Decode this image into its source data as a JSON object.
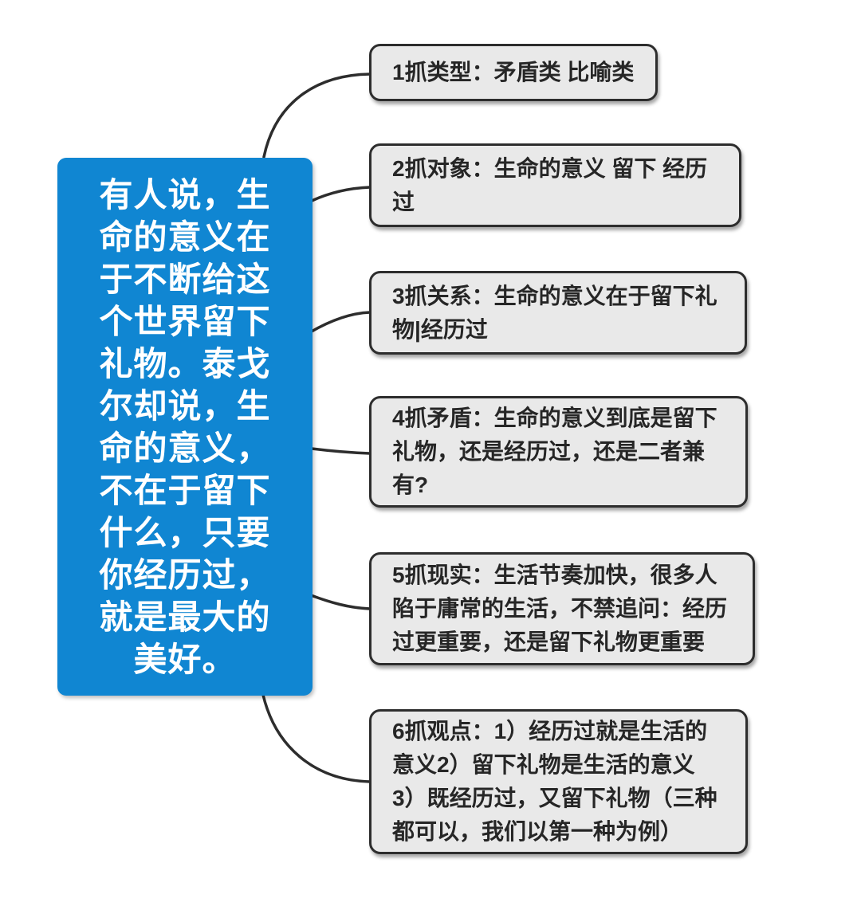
{
  "central_topic": {
    "text": "有人说，生\n命的意义在\n于不断给这\n个世界留下\n礼物。泰戈\n尔却说，生\n命的意义，\n不在于留下\n什么，只要\n你经历过，\n就是最大的\n美好。"
  },
  "branches": [
    {
      "text": "1抓类型：矛盾类 比喻类"
    },
    {
      "text": "2抓对象：生命的意义 留下 经历\n过"
    },
    {
      "text": "3抓关系：生命的意义在于留下礼\n物|经历过"
    },
    {
      "text": "4抓矛盾：生命的意义到底是留下\n礼物，还是经历过，还是二者兼\n有?"
    },
    {
      "text": "5抓现实：生活节奏加快，很多人\n陷于庸常的生活，不禁追问：经历\n过更重要，还是留下礼物更重要"
    },
    {
      "text": "6抓观点：1）经历过就是生活的\n意义2）留下礼物是生活的意义\n3）既经历过，又留下礼物（三种\n都可以，我们以第一种为例）"
    }
  ],
  "colors": {
    "central_bg": "#1086d2",
    "central_text": "#ffffff",
    "branch_bg": "#e9e9e9",
    "branch_border": "#2d2d2d",
    "branch_text": "#262626",
    "connector": "#2d2d2d"
  }
}
